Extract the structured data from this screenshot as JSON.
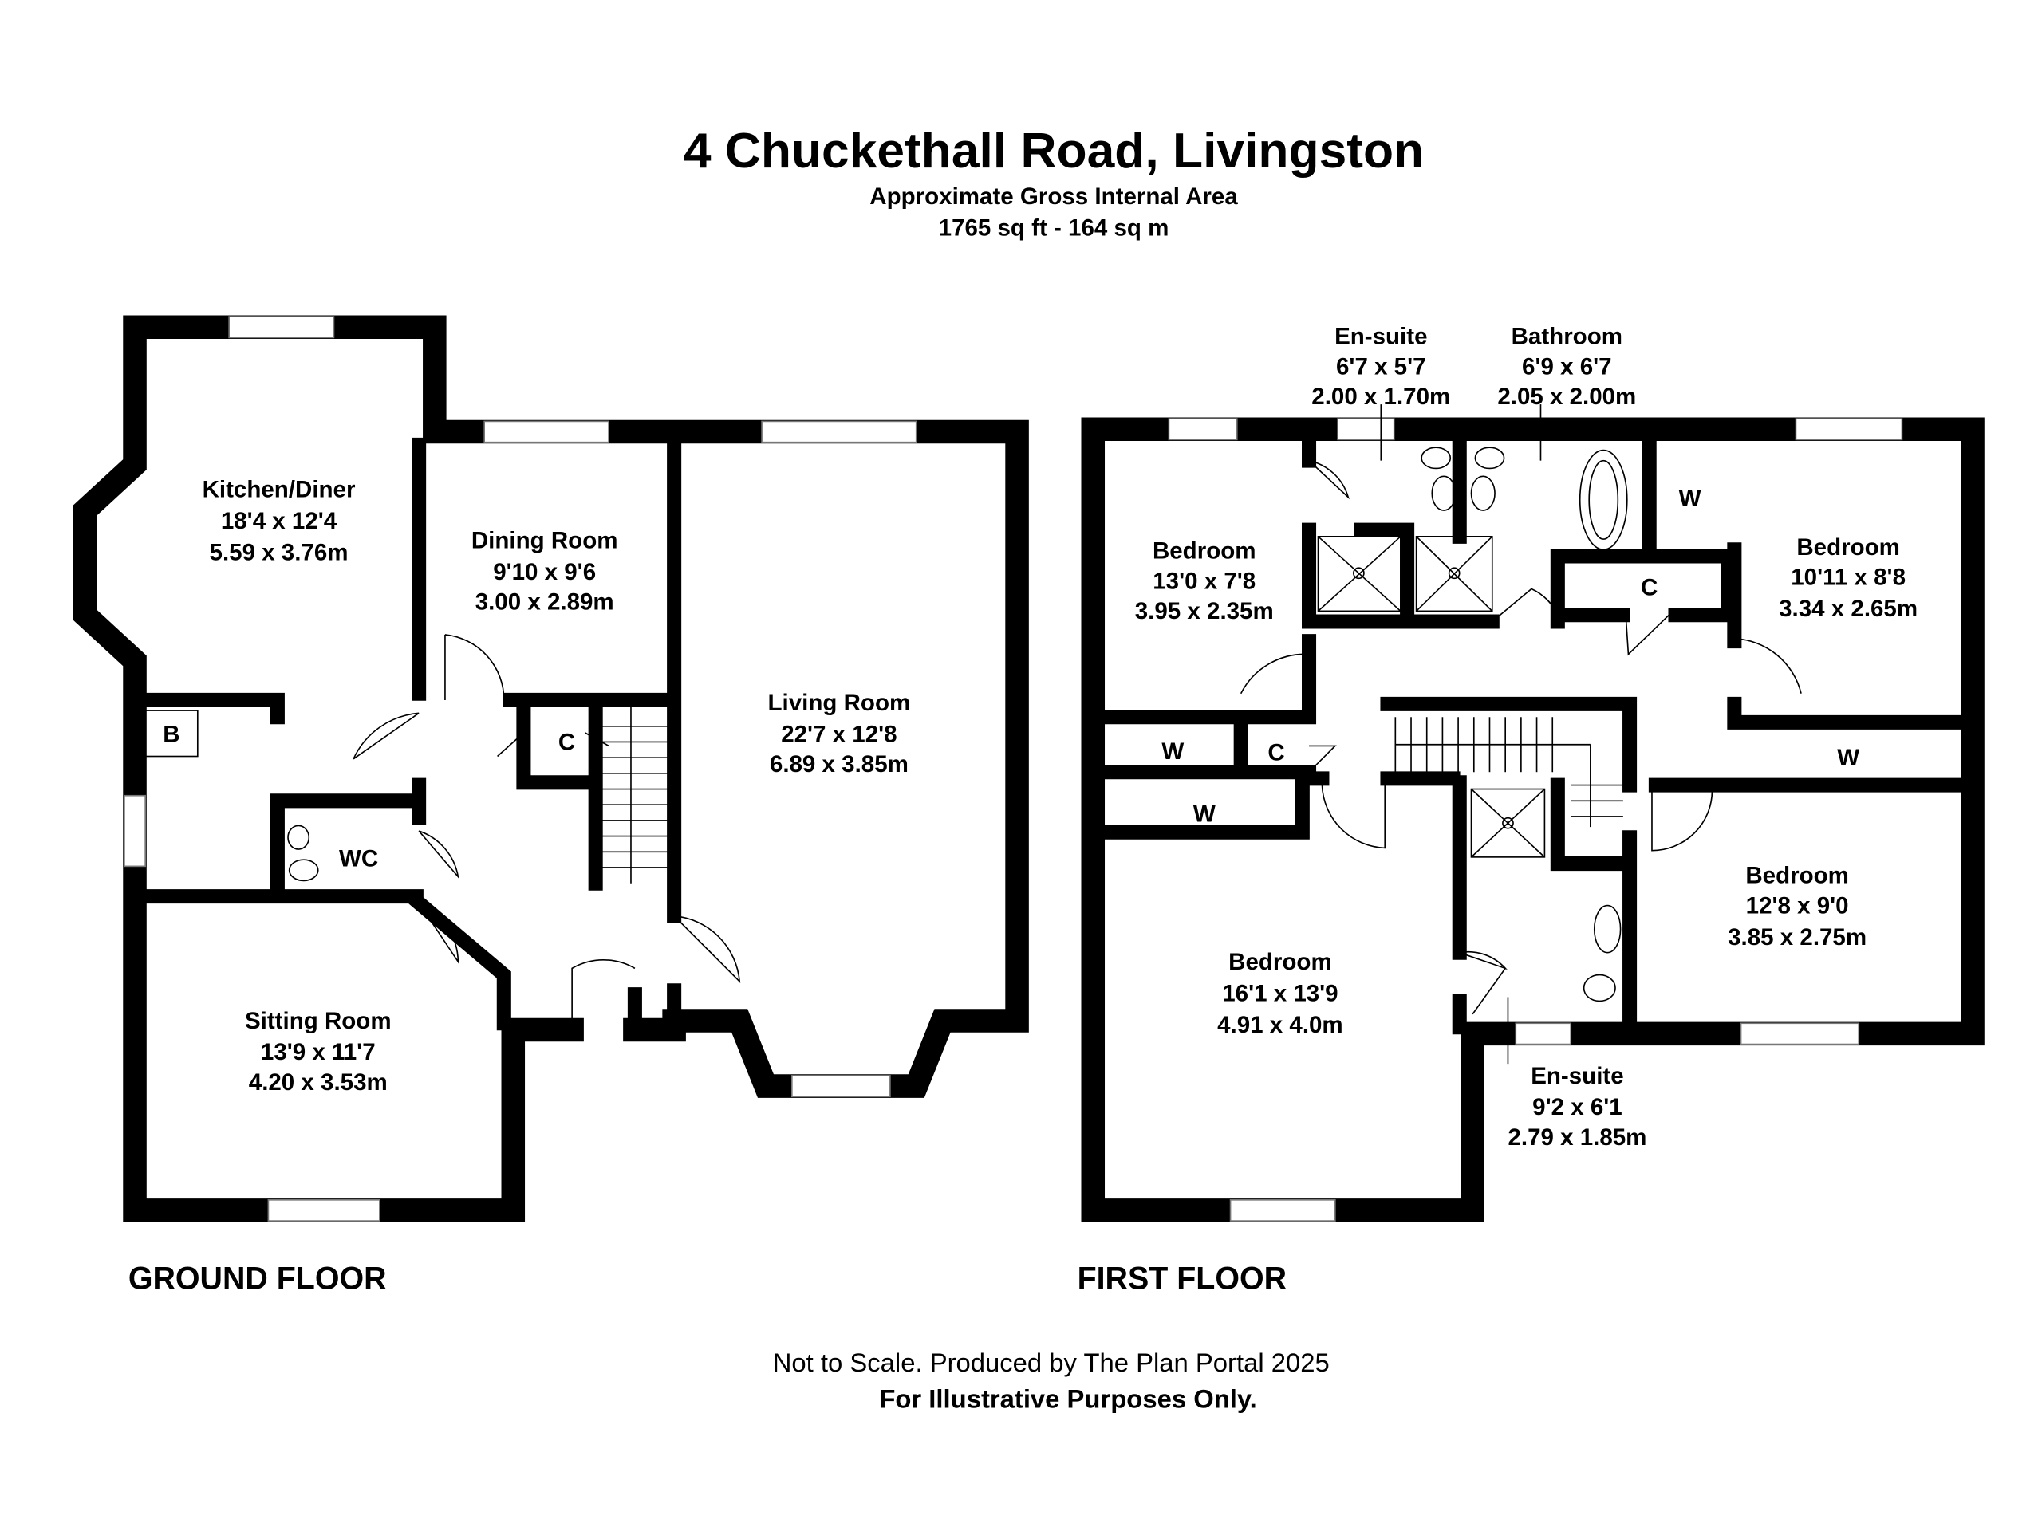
{
  "header": {
    "title": "4 Chuckethall Road, Livingston",
    "area_label": "Approximate Gross Internal Area",
    "area_value": "1765 sq ft - 164 sq m"
  },
  "ground_floor": {
    "label": "GROUND FLOOR",
    "rooms": [
      {
        "name": "Kitchen/Diner",
        "imperial": "18'4 x 12'4",
        "metric": "5.59 x 3.76m"
      },
      {
        "name": "Dining Room",
        "imperial": "9'10 x 9'6",
        "metric": "3.00 x 2.89m"
      },
      {
        "name": "Living Room",
        "imperial": "22'7 x 12'8",
        "metric": "6.89 x 3.85m"
      },
      {
        "name": "Sitting Room",
        "imperial": "13'9 x 11'7",
        "metric": "4.20 x 3.53m"
      }
    ],
    "small_labels": {
      "boiler": "B",
      "cupboard": "C",
      "wc": "WC"
    }
  },
  "first_floor": {
    "label": "FIRST FLOOR",
    "rooms": [
      {
        "name": "En-suite",
        "imperial": "6'7 x 5'7",
        "metric": "2.00 x 1.70m"
      },
      {
        "name": "Bathroom",
        "imperial": "6'9 x 6'7",
        "metric": "2.05 x 2.00m"
      },
      {
        "name": "Bedroom",
        "imperial": "13'0 x 7'8",
        "metric": "3.95 x 2.35m"
      },
      {
        "name": "Bedroom",
        "imperial": "10'11 x 8'8",
        "metric": "3.34 x 2.65m"
      },
      {
        "name": "Bedroom",
        "imperial": "12'8 x 9'0",
        "metric": "3.85 x 2.75m"
      },
      {
        "name": "Bedroom",
        "imperial": "16'1 x 13'9",
        "metric": "4.91 x 4.0m"
      },
      {
        "name": "En-suite",
        "imperial": "9'2 x 6'1",
        "metric": "2.79 x 1.85m"
      }
    ],
    "small_labels": {
      "w1": "W",
      "c1": "C",
      "w2": "W",
      "c2": "C",
      "w3": "W",
      "w4": "W"
    }
  },
  "footer": {
    "line1": "Not to Scale. Produced by The Plan Portal 2025",
    "line2": "For Illustrative Purposes Only."
  }
}
